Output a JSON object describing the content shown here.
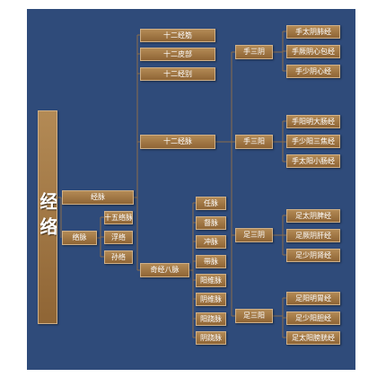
{
  "root": "经络",
  "main": {
    "jingmai": "经脉",
    "luomai": "络脉"
  },
  "jingmai_children": {
    "jingjin": "十二经筋",
    "pibu": "十二皮部",
    "jingbie": "十二经别",
    "jingmai12": "十二经脉",
    "qijing": "奇经八脉"
  },
  "luomai_children": {
    "shiwu": "十五络脉",
    "fuluo": "浮络",
    "sunluo": "孙络"
  },
  "groups": {
    "shousanyin": "手三阴",
    "shousanyang": "手三阳",
    "zusanyin": "足三阴",
    "zusanyang": "足三阳"
  },
  "meridians": {
    "shousanyin": [
      "手太阴肺经",
      "手厥阴心包经",
      "手少阴心经"
    ],
    "shousanyang": [
      "手阳明大肠经",
      "手少阳三焦经",
      "手太阳小肠经"
    ],
    "zusanyin": [
      "足太阴脾经",
      "足厥阴肝经",
      "足少阴肾经"
    ],
    "zusanyang": [
      "足阳明胃经",
      "足少阳胆经",
      "足太阳膀胱经"
    ]
  },
  "qijing_list": [
    "任脉",
    "督脉",
    "冲脉",
    "带脉",
    "阳维脉",
    "阴维脉",
    "阳跷脉",
    "阴跷脉"
  ]
}
